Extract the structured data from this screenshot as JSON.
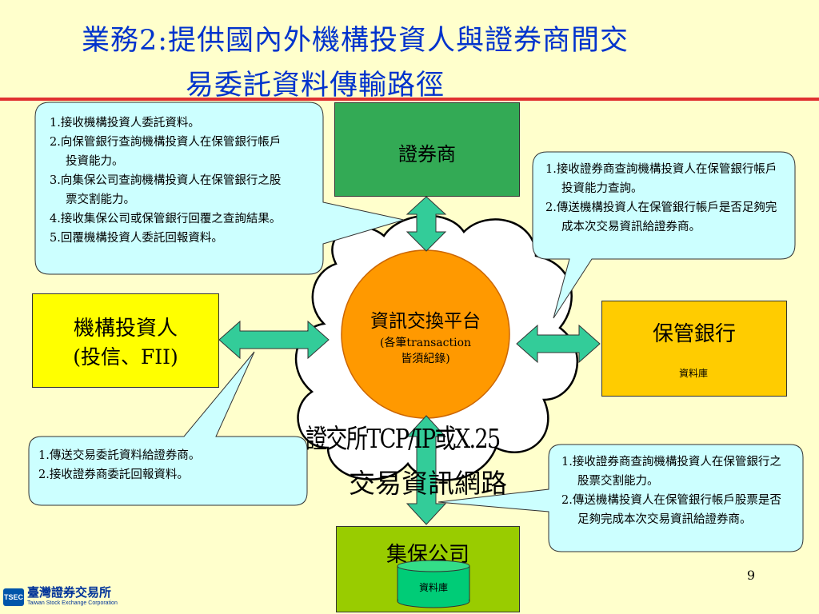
{
  "title": {
    "line1": "業務2:提供國內外機構投資人與證券商間交",
    "line2": "易委託資料傳輸路徑"
  },
  "nodes": {
    "broker": "證券商",
    "investor_line1": "機構投資人",
    "investor_line2": "(投信、FII)",
    "custodian": "保管銀行",
    "depository": "集保公司",
    "database": "資料庫",
    "platform_title": "資訊交換平台",
    "platform_sub1": "(各筆transaction",
    "platform_sub2": "皆須紀錄)",
    "network_line1": "證交所TCP/IP或X.25",
    "network_line2": "交易資訊網路"
  },
  "callouts": {
    "broker": [
      "1.接收機構投資人委託資料。",
      "2.向保管銀行查詢機構投資人在保管銀行帳戶投資能力。",
      "3.向集保公司查詢機構投資人在保管銀行之股票交割能力。",
      "4.接收集保公司或保管銀行回覆之查詢結果。",
      "5.回覆機構投資人委託回報資料。"
    ],
    "custodian": [
      "1.接收證券商查詢機構投資人在保管銀行帳戶投資能力查詢。",
      "2.傳送機構投資人在保管銀行帳戶是否足夠完成本次交易資訊給證券商。"
    ],
    "investor": [
      "1.傳送交易委託資料給證券商。",
      "2.接收證券商委託回報資料。"
    ],
    "depository": [
      "1.接收證券商查詢機構投資人在保管銀行之股票交割能力。",
      "2.傳送機構投資人在保管銀行帳戶股票是否足夠完成本次交易資訊給證券商。"
    ]
  },
  "page_number": "9",
  "logo": {
    "mark": "TSEC",
    "name_cn": "臺灣證券交易所",
    "name_en": "Taiwan Stock Exchange Corporation"
  },
  "colors": {
    "title": "#0033CC",
    "background": "#FFFFCC",
    "broker_box": "#33AA55",
    "investor_box": "#FFFF00",
    "custodian_box": "#FFCC00",
    "depository_box": "#99CC00",
    "platform": "#FF9900",
    "callout": "#CCFFFF",
    "arrow": "#33CC99",
    "database": "#00CC77"
  }
}
